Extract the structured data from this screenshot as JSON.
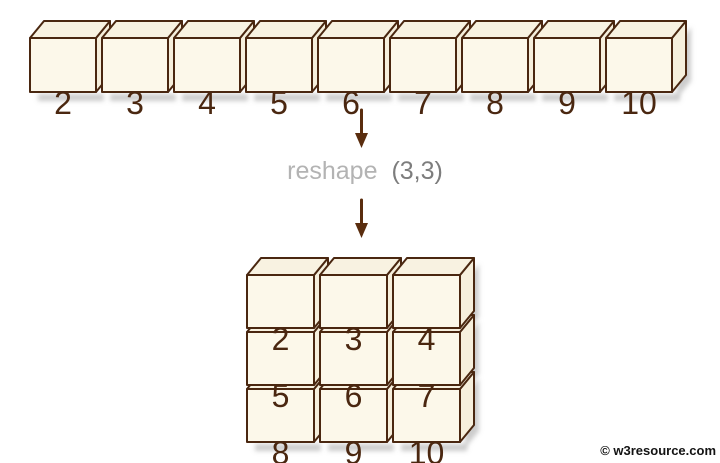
{
  "flat_array": {
    "values": [
      2,
      3,
      4,
      5,
      6,
      7,
      8,
      9,
      10
    ]
  },
  "operation": {
    "name": "reshape",
    "args": "(3,3)"
  },
  "matrix": {
    "rows": [
      [
        2,
        3,
        4
      ],
      [
        5,
        6,
        7
      ],
      [
        8,
        9,
        10
      ]
    ]
  },
  "watermark": "© w3resource.com",
  "colors": {
    "box_fill": "#fcf8ea",
    "box_border": "#4a2710",
    "digit": "#4a2710",
    "arrow": "#5a2d0e",
    "operation_name_gray": "#b3b3b3",
    "operation_args_gray": "#7d7d7d",
    "shadow": "#9a9a9a",
    "watermark": "#131313"
  }
}
